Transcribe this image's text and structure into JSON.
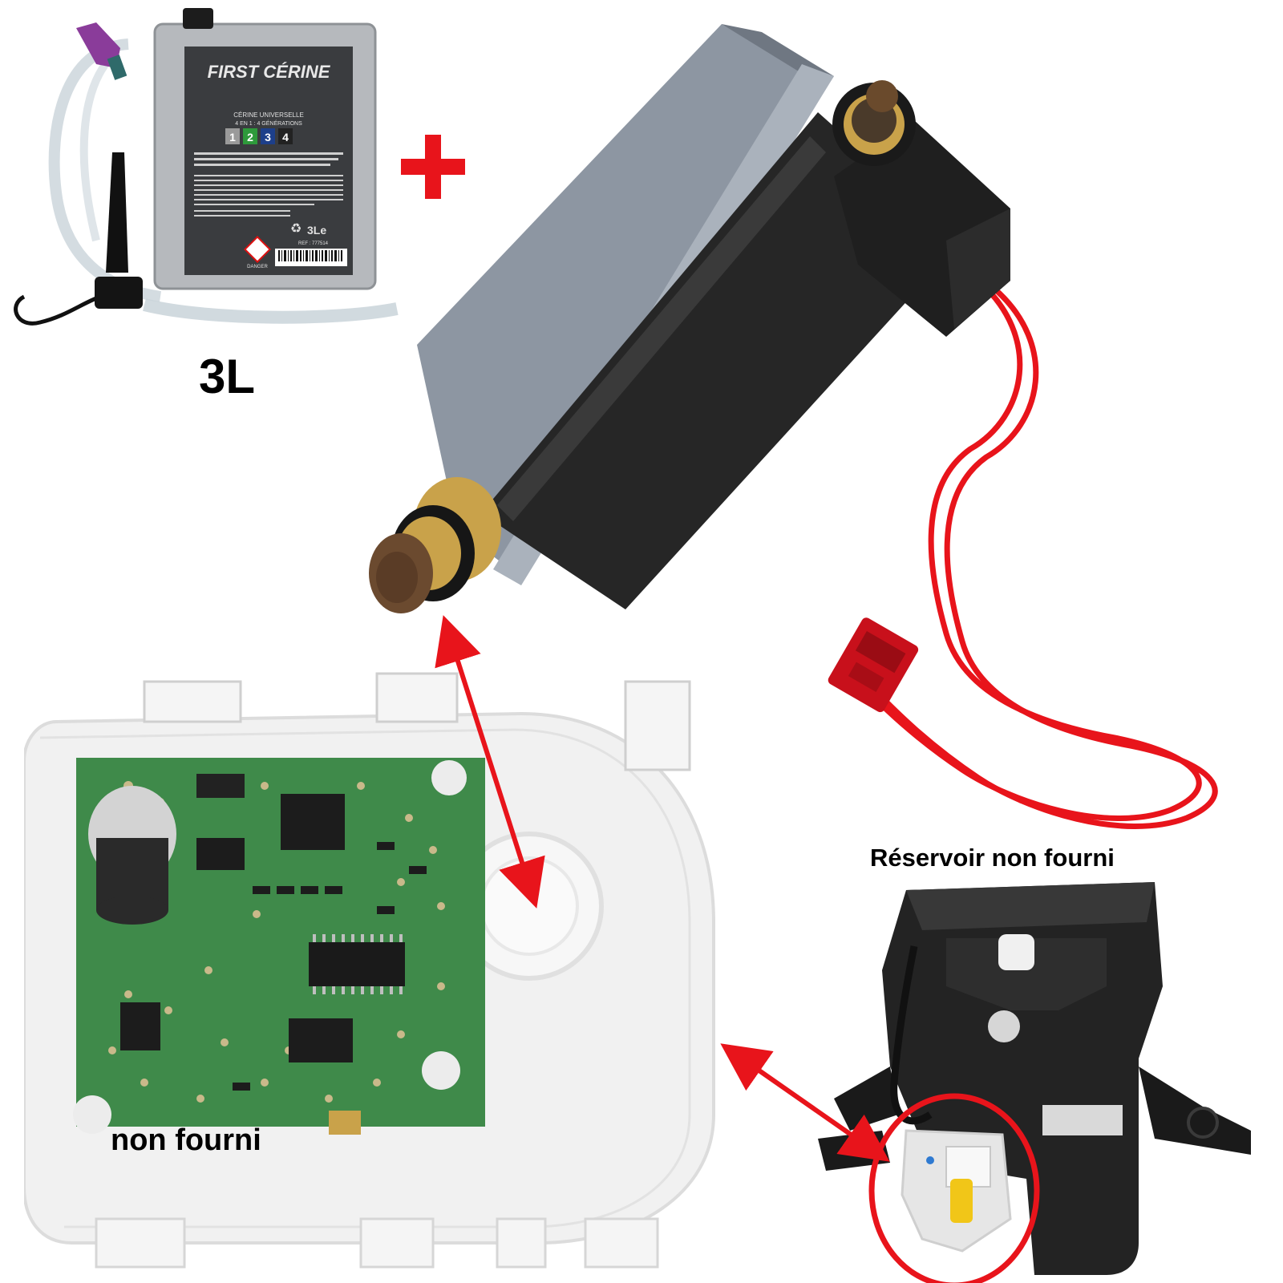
{
  "product_can": {
    "brand": "FIRST CÉRINE",
    "subtitle_line1": "CÉRINE UNIVERSELLE",
    "subtitle_line2": "4 EN 1 : 4 GÉNÉRATIONS",
    "generations": [
      "1",
      "2",
      "3",
      "4"
    ],
    "volume_on_label": "3Le",
    "ref": "REF : 777514",
    "warning_word": "DANGER"
  },
  "labels": {
    "volume": "3L",
    "plus": "+",
    "tank_not_supplied": "Réservoir non fourni",
    "not_supplied": "non fourni"
  },
  "colors": {
    "arrow_red": "#e8141b",
    "wire_red": "#e8141b",
    "pcb_green": "#3f8a4a",
    "solenoid_body": "#2a2a2a",
    "bracket_grey": "#8d96a2",
    "gen_1": "#9a9a9a",
    "gen_2": "#2e9a3b",
    "gen_3": "#1d3f8a",
    "gen_4": "#222222"
  },
  "icons": [
    "solenoid-pump",
    "red-wire-connector",
    "pcb-module",
    "adblue-tank",
    "arrow-double",
    "cerine-can"
  ]
}
